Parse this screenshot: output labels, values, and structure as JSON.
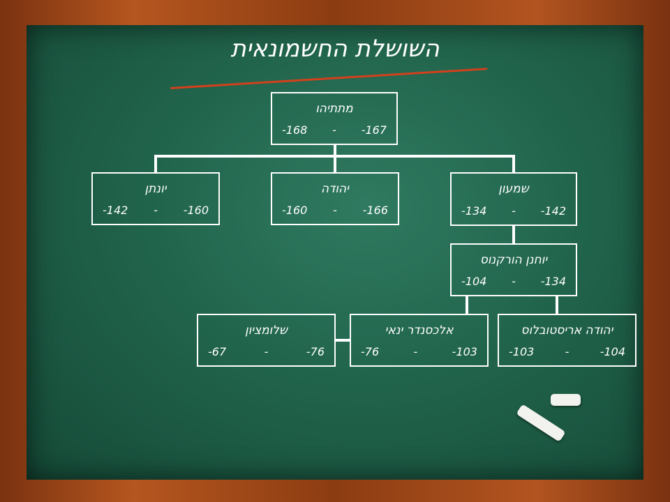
{
  "title": "השושלת החשמונאית",
  "colors": {
    "board": "#21644c",
    "frame": "#9a4518",
    "chalk": "#ffffff",
    "accent_line": "#d3401c"
  },
  "nodes": {
    "mattathias": {
      "name": "מתתיהו",
      "date_left": "-168",
      "separator": "-",
      "date_right": "-167"
    },
    "jonathan": {
      "name": "יונתן",
      "date_left": "-142",
      "separator": "-",
      "date_right": "-160"
    },
    "judah": {
      "name": "יהודה",
      "date_left": "-160",
      "separator": "-",
      "date_right": "-166"
    },
    "simon": {
      "name": "שמעון",
      "date_left": "-134",
      "separator": "-",
      "date_right": "-142"
    },
    "hyrcanus": {
      "name": "יוחנן הורקנוס",
      "date_left": "-104",
      "separator": "-",
      "date_right": "-134"
    },
    "aristobulus": {
      "name": "יהודה אריסטובלוס",
      "date_left": "-103",
      "separator": "-",
      "date_right": "-104"
    },
    "jannaeus": {
      "name": "אלכסנדר ינאי",
      "date_left": "-76",
      "separator": "-",
      "date_right": "-103"
    },
    "salome": {
      "name": "שלומציון",
      "date_left": "-67",
      "separator": "-",
      "date_right": "-76"
    }
  }
}
